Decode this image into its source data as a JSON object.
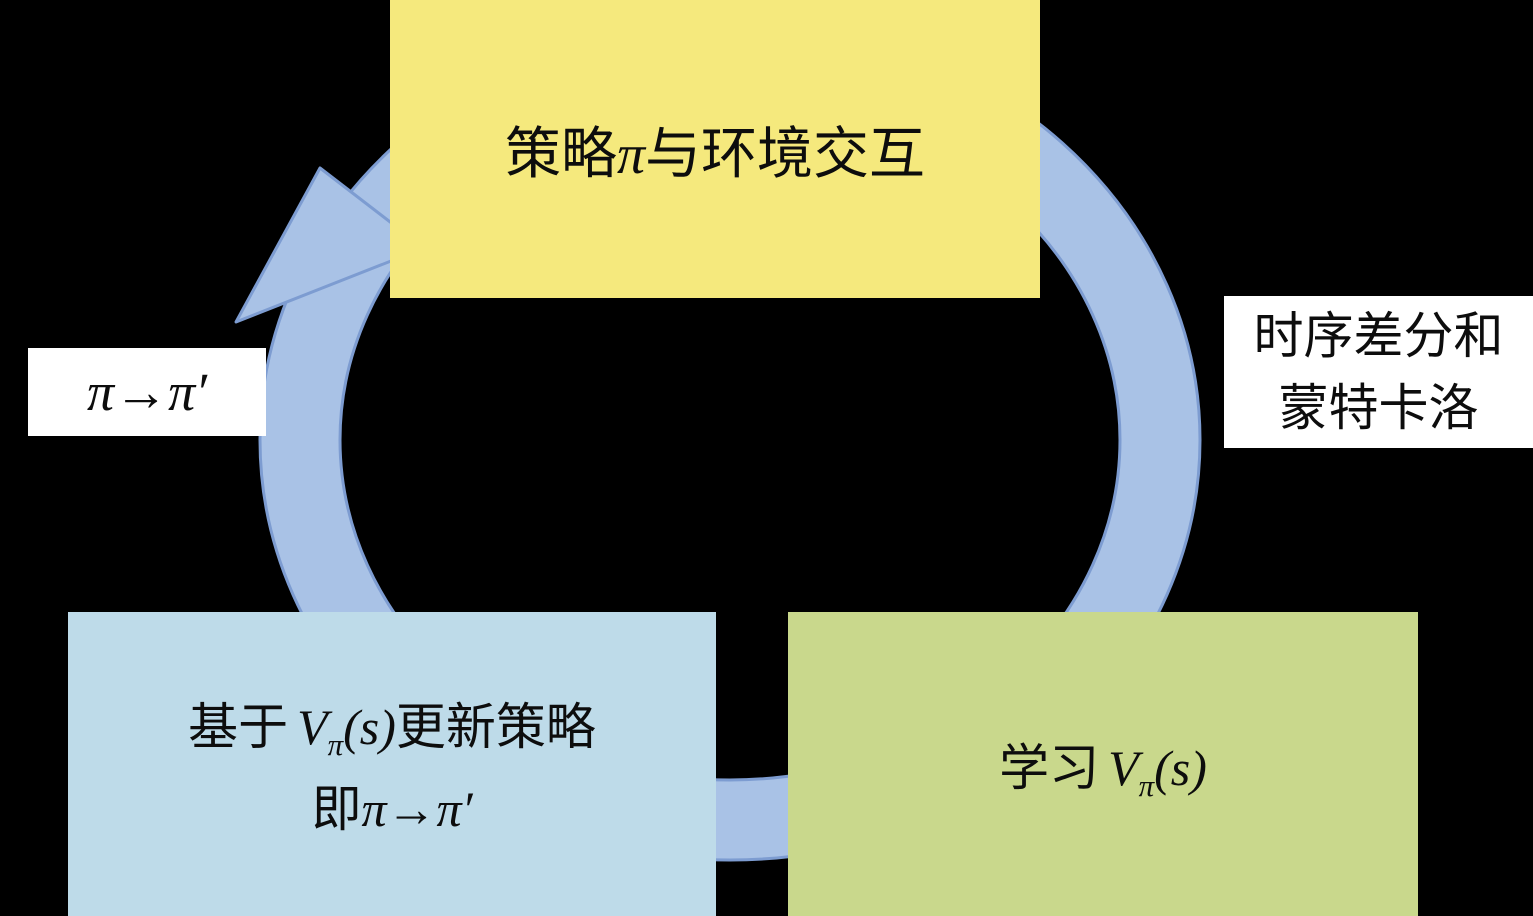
{
  "colors": {
    "background": "#000000",
    "ring_fill": "#a9c2e6",
    "ring_stroke": "#7d9cd1",
    "box_top": "#f5e97d",
    "box_bottom_left": "#bedbe9",
    "box_bottom_right": "#c9d88c",
    "label_bg": "#ffffff",
    "text": "#0d0d0d"
  },
  "top_box": {
    "pre": "策略",
    "pi": "π",
    "post": "与环境交互"
  },
  "right_label": {
    "line1": "时序差分和",
    "line2": "蒙特卡洛"
  },
  "left_label": {
    "text": "π→π′"
  },
  "bottom_left_box": {
    "line1_pre": "基于",
    "v": "V",
    "v_sub": "π",
    "args": "(s)",
    "line1_post": "更新策略",
    "line2_pre": "即",
    "line2_math": "π→π′"
  },
  "bottom_right_box": {
    "pre": "学习",
    "v": "V",
    "v_sub": "π",
    "args": "(s)"
  }
}
